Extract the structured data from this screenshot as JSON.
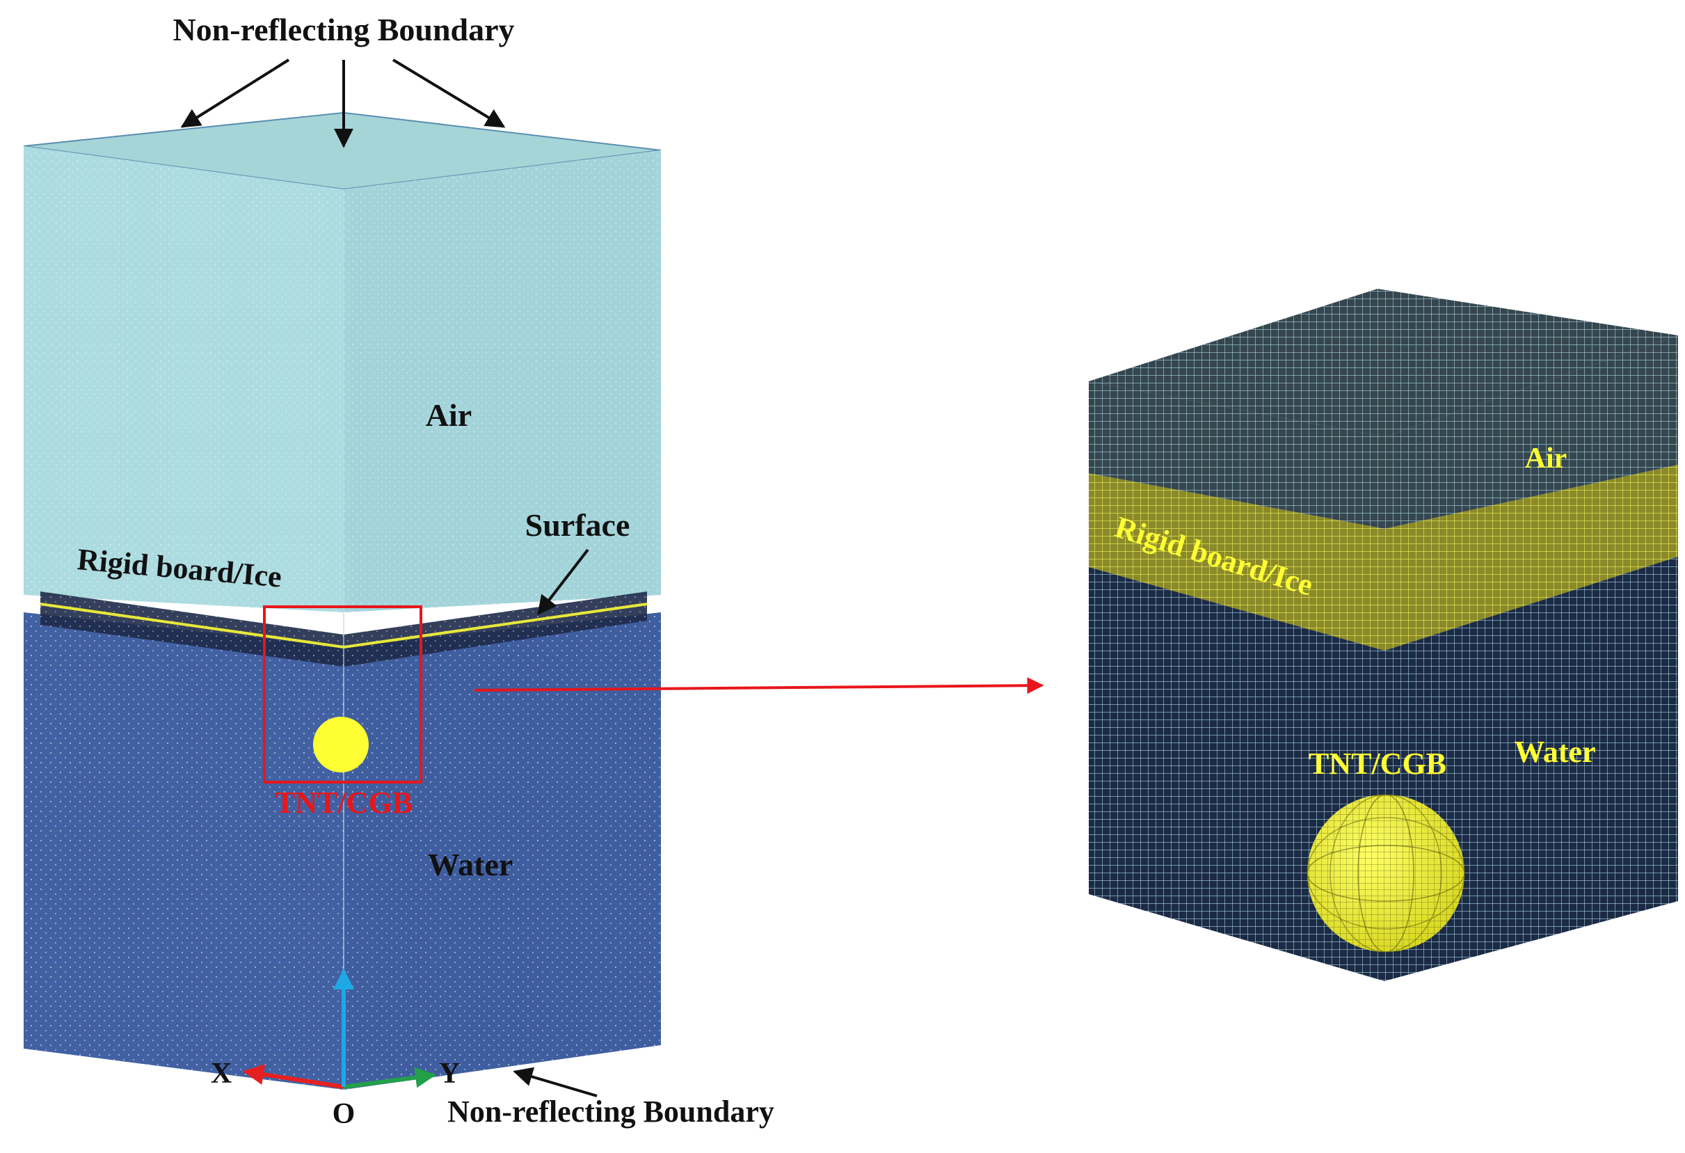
{
  "labels": {
    "top_boundary": "Non-reflecting Boundary",
    "bottom_boundary": "Non-reflecting Boundary",
    "left_air": "Air",
    "left_water": "Water",
    "left_surface": "Surface",
    "left_rigid": "Rigid board/Ice",
    "left_charge": "TNT/CGB",
    "axis_x": "X",
    "axis_y": "Y",
    "axis_origin": "O",
    "right_air": "Air",
    "right_rigid": "Rigid board/Ice",
    "right_charge": "TNT/CGB",
    "right_water": "Water"
  },
  "colors": {
    "air": "#a8d8dd",
    "air_top": "#a6d5d8",
    "water": "#3e5da0",
    "water_dark": "#2c4786",
    "ice_band": "#1e2a4a",
    "ice_line": "#e8e83a",
    "charge": "#ffff33",
    "zoom_box": "#e8161b",
    "mesh_air": "#35464e",
    "mesh_ice": "#8a8a2a",
    "mesh_water": "#1b2a45",
    "mesh_line": "#b9dde8",
    "label_black": "#111111",
    "label_yellow": "#ffff33",
    "label_red": "#e8161b",
    "axis_red": "#e62020",
    "axis_green": "#22a04a",
    "axis_blue": "#1fa8e6"
  }
}
